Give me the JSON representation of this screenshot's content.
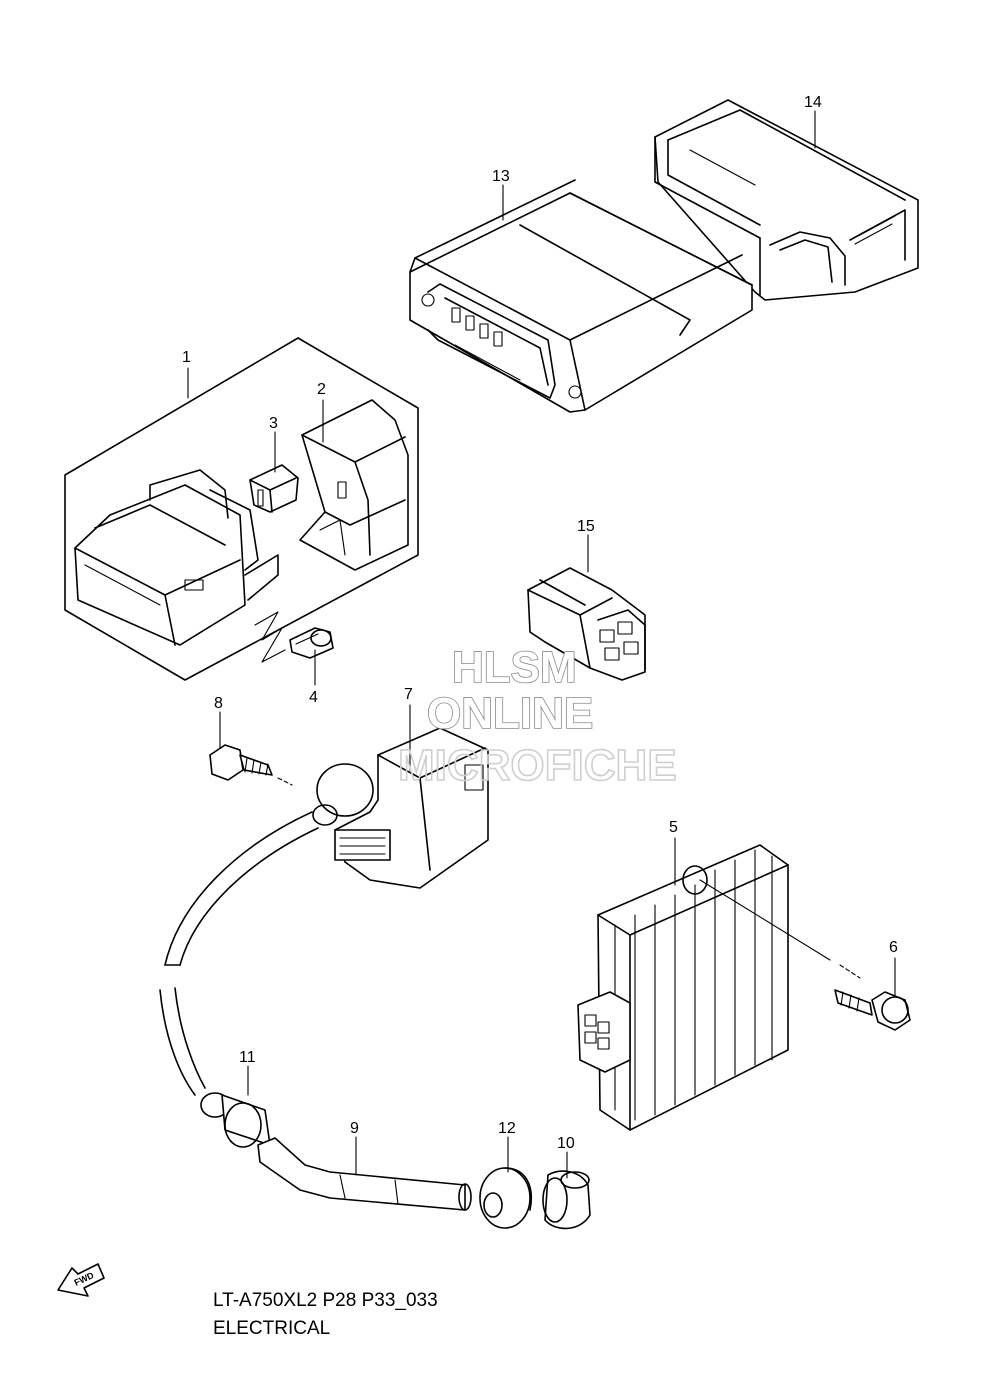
{
  "callouts": [
    {
      "id": "1",
      "label": "1"
    },
    {
      "id": "2",
      "label": "2"
    },
    {
      "id": "3",
      "label": "3"
    },
    {
      "id": "4",
      "label": "4"
    },
    {
      "id": "5",
      "label": "5"
    },
    {
      "id": "6",
      "label": "6"
    },
    {
      "id": "7",
      "label": "7"
    },
    {
      "id": "8",
      "label": "8"
    },
    {
      "id": "9",
      "label": "9"
    },
    {
      "id": "10",
      "label": "10"
    },
    {
      "id": "11",
      "label": "11"
    },
    {
      "id": "12",
      "label": "12"
    },
    {
      "id": "13",
      "label": "13"
    },
    {
      "id": "14",
      "label": "14"
    },
    {
      "id": "15",
      "label": "15"
    }
  ],
  "watermark": {
    "line1": "HLSM",
    "line2": "ONLINE",
    "line3": "MICROFICHE"
  },
  "fwd_label": "FWD",
  "caption": {
    "line1": "LT-A750XL2 P28 P33_033",
    "line2": "ELECTRICAL"
  }
}
